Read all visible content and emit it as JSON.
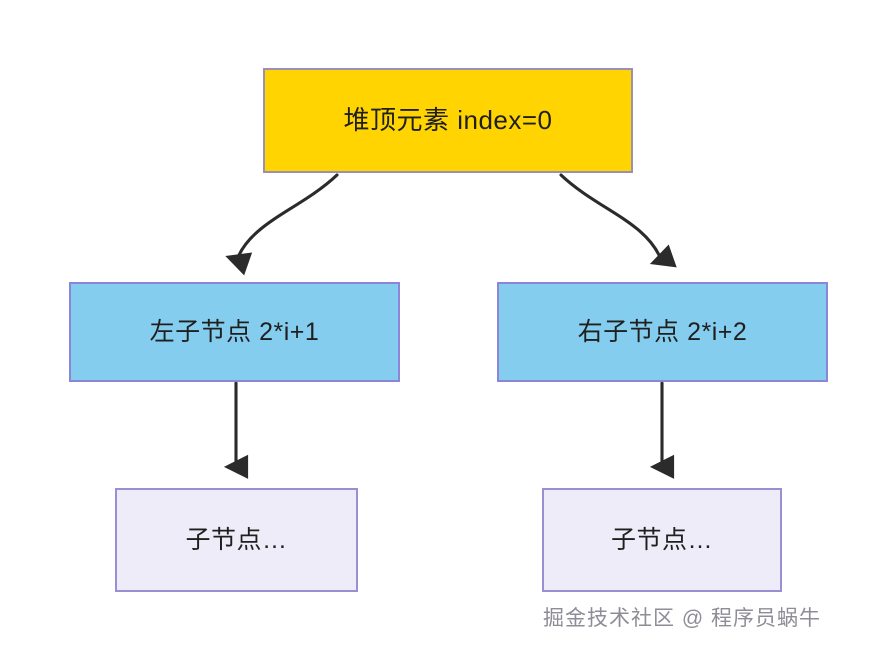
{
  "diagram": {
    "title": "Binary Heap Index Relationship Diagram",
    "background_color": "#ffffff",
    "nodes": [
      {
        "id": "root",
        "label": "堆顶元素 index=0",
        "fill": "#FFD400",
        "border": "#9a8fb5",
        "level": 0
      },
      {
        "id": "left-child",
        "label": "左子节点 2*i+1",
        "fill": "#84cdee",
        "border": "#8b86d8",
        "level": 1
      },
      {
        "id": "right-child",
        "label": "右子节点 2*i+2",
        "fill": "#84cdee",
        "border": "#8b86d8",
        "level": 1
      },
      {
        "id": "left-leaf",
        "label": "子节点…",
        "fill": "#eeecf9",
        "border": "#9b8fd4",
        "level": 2
      },
      {
        "id": "right-leaf",
        "label": "子节点…",
        "fill": "#eeecf9",
        "border": "#9b8fd4",
        "level": 2
      }
    ],
    "edges": [
      {
        "id": "root-to-left",
        "from": "root",
        "to": "left-child",
        "style": "curved",
        "color": "#2b2b2b"
      },
      {
        "id": "root-to-right",
        "from": "root",
        "to": "right-child",
        "style": "curved",
        "color": "#2b2b2b"
      },
      {
        "id": "left-to-leaf",
        "from": "left-child",
        "to": "left-leaf",
        "style": "straight",
        "color": "#2b2b2b"
      },
      {
        "id": "right-to-leaf",
        "from": "right-child",
        "to": "right-leaf",
        "style": "straight",
        "color": "#2b2b2b"
      }
    ],
    "watermark": {
      "text": "掘金技术社区 @ 程序员蜗牛",
      "color": "#8d8d96"
    }
  }
}
